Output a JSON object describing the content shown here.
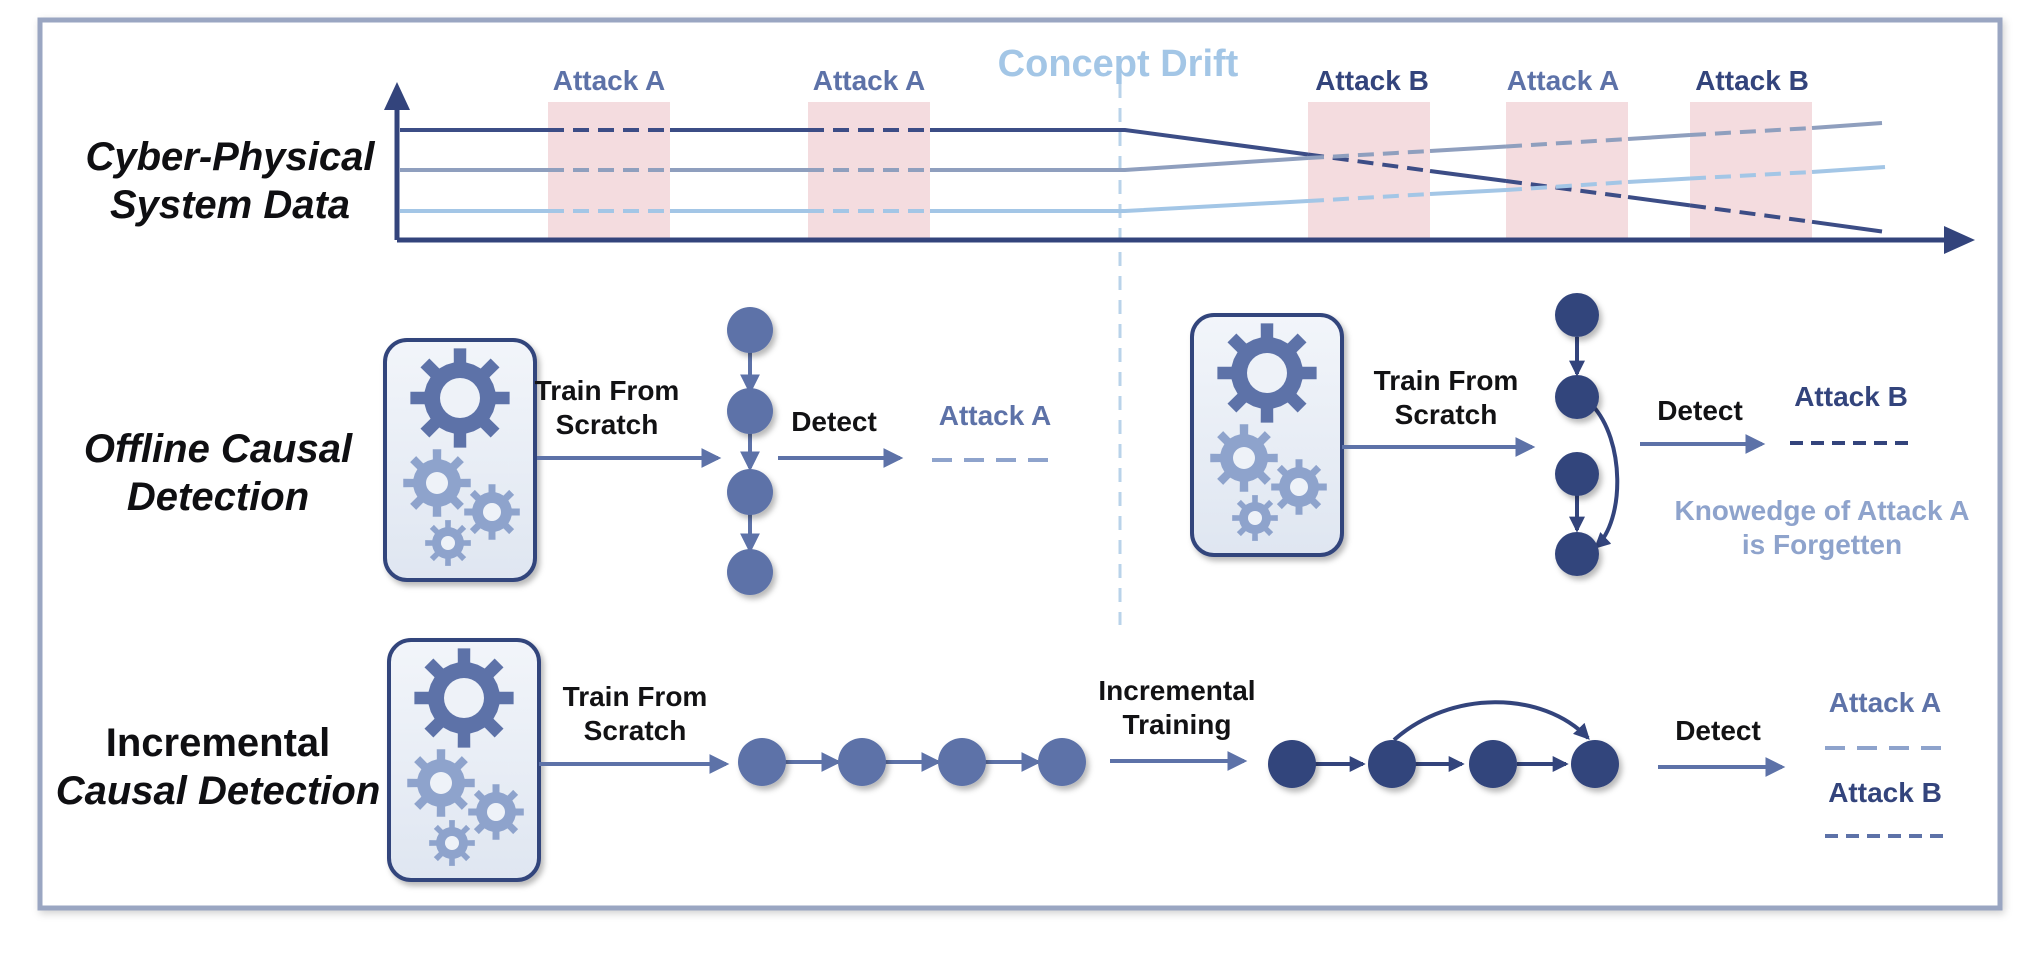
{
  "colors": {
    "frame": "#9aa6c2",
    "dark": "#33447c",
    "medium": "#5d72a8",
    "light": "#a3c6e6",
    "gray_line": "#8f9fbe",
    "attack_band": "#f4dcdf",
    "device_fill": "#e9eef6",
    "gear_light": "#8ea3cc"
  },
  "row_labels": {
    "cps": [
      "Cyber-Physical",
      "System Data"
    ],
    "offline": [
      "Offline Causal",
      "Detection"
    ],
    "incremental": [
      "Incremental",
      "Causal Detection"
    ]
  },
  "timeline": {
    "concept_drift": "Concept Drift",
    "attacks": [
      "Attack A",
      "Attack A",
      "Attack B",
      "Attack A",
      "Attack B"
    ]
  },
  "offline": {
    "before": {
      "train_label": [
        "Train From",
        "Scratch"
      ],
      "detect_label": "Detect",
      "result": "Attack A"
    },
    "after": {
      "train_label": [
        "Train From",
        "Scratch"
      ],
      "detect_label": "Detect",
      "result": "Attack B",
      "note": [
        "Knowedge of Attack A",
        "is Forgetten"
      ]
    }
  },
  "incremental": {
    "train_label": [
      "Train From",
      "Scratch"
    ],
    "incremental_label": [
      "Incremental",
      "Training"
    ],
    "detect_label": "Detect",
    "results": [
      "Attack A",
      "Attack B"
    ]
  },
  "icons": {
    "device": "gears-device-icon",
    "node": "graph-node-icon"
  }
}
